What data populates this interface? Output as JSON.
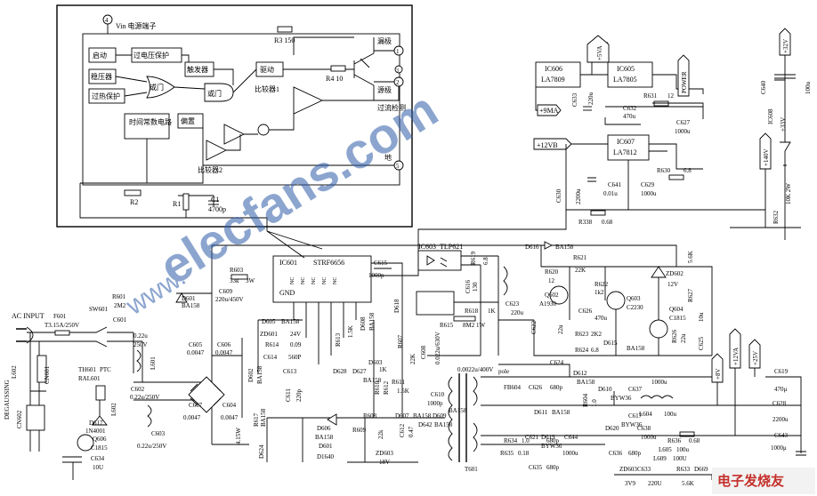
{
  "inset": {
    "title": "Vin 电源端子",
    "pin_vin": "4",
    "pin_drain": "1",
    "pin_source": "2",
    "pin_gnd": "3",
    "pin_ext": "5",
    "label_drain": "漏极",
    "label_source": "源极",
    "label_overcurrent": "过流检测",
    "label_gnd": "地",
    "blocks": {
      "start": "启动",
      "pre_reg": "稳压器",
      "ovp": "过电压保护",
      "flipflop": "触发器",
      "thermal": "过热保护",
      "or_gate": "或门",
      "and_gate": "或门",
      "driver": "驱动",
      "timer": "时间常数电路",
      "comp1": "比较器1",
      "comp2": "比较器2",
      "bias": "偏置"
    },
    "r3": "R3 150",
    "r4": "R4 10",
    "r2": "R2",
    "r1": "R1",
    "c1": "C1",
    "c1_val": "4700p"
  },
  "regulators": {
    "ic606_name": "IC606",
    "ic606_part": "LA7809",
    "ic605_name": "IC605",
    "ic605_part": "LA7805",
    "ic607_name": "IC607",
    "ic607_part": "LA7812",
    "net_9v": "+9MA",
    "net_5v": "+5VA",
    "net_12v": "+12VB",
    "net_power": "POWER",
    "net_32v": "+32V",
    "c633": "C633",
    "c633_val": "220u",
    "c632": "C632",
    "c632_val": "470u",
    "r631": "R631",
    "r631_val": "12",
    "c627": "C627",
    "c627_val": "1000u",
    "c640": "C640",
    "c640_val": "100u",
    "ic608": "IC608",
    "ic608_val": "+33V",
    "r630": "R630",
    "r630_val": "6.8",
    "c630": "C630",
    "c630_val": "2200u",
    "c641": "C641",
    "c641_val": "0.01u",
    "c629": "C629",
    "c629_val": "1000u",
    "r338": "R338",
    "r338_val": "0.68",
    "net_140v": "+140V",
    "r632": "R632",
    "r632_val": "10K 2W"
  },
  "primary": {
    "ic601": "IC601",
    "ic601_part": "STRF6656",
    "ic601_pins": [
      "GND",
      "NC",
      "NC",
      "NC",
      "NC",
      "NC"
    ],
    "r603": "R603",
    "r603_val": "33k",
    "r603_w": "3W",
    "c609": "C609",
    "c609_val": "220u/450V",
    "d601": "D601",
    "d601_part": "BA158",
    "c615": "C615",
    "c615_val": "1000p",
    "ac_input": "AC INPUT",
    "f601": "F601",
    "f601_val": "T3.15A/250V",
    "sw601": "SW601",
    "r601": "R601",
    "r601_val": "2M2",
    "c601": "C601",
    "c601_val": "0.22u",
    "c601_v": "250V",
    "l601": "L601",
    "cn601": "CN601",
    "th601": "TH601",
    "th601_type": "PTC",
    "ral601": "RAL601",
    "c602": "C602",
    "c602_val": "0.22u/250V",
    "c605": "C605",
    "c605_val": "0.0047",
    "c606": "C606",
    "c606_val": "0.0047",
    "c607": "C607",
    "c607_val": "0.0047",
    "c604": "C604",
    "c604_val": "0.0047",
    "c603": "C603",
    "c603_val": "0.22u/250V",
    "l602": "L602",
    "d602": "D602",
    "d602_part": "BA158",
    "zd601": "ZD601",
    "zd601_val": "24V",
    "r614": "R614",
    "r614_val": "0.09",
    "c614": "C614",
    "c614_val": "560P",
    "d605": "D605",
    "d605_part": "BA158",
    "d617": "D617",
    "d617_part": "1N4001",
    "q606": "Q606",
    "q606_part": "C1815",
    "c634": "C634",
    "c634_val": "10U",
    "cn602": "CN602",
    "degauss": "DEGAUSSING",
    "l602b": "L602",
    "d606": "D606",
    "d606_part": "BA158",
    "d601b": "D601",
    "d640": "D1640",
    "r608": "R608",
    "r609": "R609",
    "r609_val": "22k",
    "zd603": "ZD603",
    "zd603_val": "18V",
    "d607": "D607",
    "d607_part": "BA158",
    "r617": "R617",
    "d624": "D624",
    "d624_part": "BA158",
    "w415": "4.15W"
  },
  "feedback": {
    "ic603": "IC603",
    "ic603_part": "TLP621",
    "d616": "D616",
    "d616_part": "BA158",
    "r619": "R619",
    "r619_val": "6.8",
    "c616": "C616",
    "c616_val": "0.0022u/400V",
    "r618": "R618",
    "r618_val": "1K",
    "r615": "R615",
    "r615_val": "8M2 1W",
    "c623": "C623",
    "c623_val": "220u",
    "r620": "R620",
    "r620_val": "12",
    "r621": "R621",
    "r621_val": "22K",
    "r622": "R622",
    "r622_val": "1k2",
    "q602": "Q602",
    "q602_part": "A1930",
    "q603": "Q603",
    "q603_part": "C2230",
    "zd602": "ZD602",
    "zd602_val": "12V",
    "r627": "R627",
    "r627_val": "5.6K",
    "c626": "C626",
    "c626_val": "470u",
    "q604": "Q604",
    "q604_part": "C1815",
    "r623": "R623",
    "r623_val": "2K2",
    "r624": "R624",
    "r624_val": "6.8",
    "d615": "D615",
    "d615_part": "BA158",
    "c622": "C622",
    "c622_val": "22u",
    "r626": "R626",
    "r626_val": "22u",
    "c625": "C625",
    "c625_val": "10u",
    "c608": "C608",
    "c608_val": "0.022u/630V",
    "d618": "D618",
    "d618_val": "130",
    "r607": "R607",
    "r607_val": "22K",
    "c610": "C610",
    "c610_val": "1000p",
    "d609": "D609",
    "d609_part": "BA158",
    "d608": "D608",
    "d608_part": "BA158",
    "c612": "C612",
    "c612_val": "0.47",
    "r611": "R611",
    "r611_val": "1.5K",
    "d642": "D642",
    "d642_part": "BA158",
    "d627": "D627",
    "d627_part": "BA158",
    "r613": "R613",
    "r613_val": "1.5K",
    "c611": "C611",
    "c611_val": "220p",
    "r610": "R610",
    "r612": "R612",
    "d603": "D603",
    "d603_part": "1K",
    "d628": "D628",
    "c613": "C613"
  },
  "secondary": {
    "pole": "pole",
    "fb604": "FB604",
    "c626b": "C626",
    "c626b_val": "680p",
    "d612": "D612",
    "d612_part": "BA158",
    "c624": "C624",
    "d610": "D610",
    "d610_part": "BYW36",
    "c637": "C637",
    "c637_val": "1000u",
    "l604": "L604",
    "l604_val": "100u",
    "d611": "D611",
    "d611_part": "BA158",
    "d620": "D620",
    "d620_part": "BYW36",
    "c638": "C638",
    "c638_val": "1000u",
    "r636": "R636",
    "r636_val": "0.68",
    "c636": "C636",
    "c636_val": "680p",
    "c621": "C621",
    "c621_val": "680p",
    "d619": "D619",
    "d619_part": "BYW36",
    "c644": "C644",
    "c644_val": "1000u",
    "r634": "R634",
    "r634_val": "1.0",
    "r635": "R635",
    "r635_val": "0.18",
    "c635": "C635",
    "c635_val": "680p",
    "l605": "L605",
    "l605_val": "100u",
    "zd603b": "ZD603",
    "zd603b_val": "3V9",
    "c633b": "C633",
    "c633b_val": "220U",
    "r633": "R633",
    "r633_val": "5.6K",
    "d669": "D669",
    "t601": "T601",
    "net_8v": "+8V",
    "net_12va": "+12VA",
    "net_25v": "+25V",
    "c619": "C619",
    "c619_val": "470μ",
    "c628": "C628",
    "c628_val": "2200u",
    "c643": "C643",
    "c643_val": "1000μ",
    "r604": "R604",
    "r604_val": "1.0",
    "c617": "C617",
    "l609": "L609",
    "l609_val": "100U"
  },
  "watermark": "elecfans.com",
  "watermark_url": "www.",
  "corner_logo": "电子发烧友"
}
